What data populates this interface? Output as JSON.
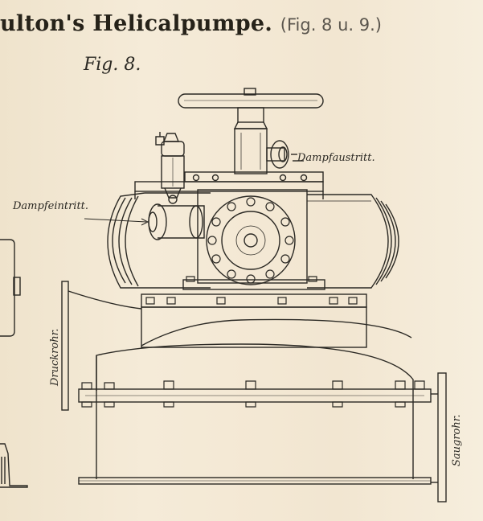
{
  "title": {
    "name": "ulton's Helicalpumpe.",
    "figure_refs": "(Fig. 8 u. 9.)"
  },
  "figure": {
    "label": "Fig. 8."
  },
  "labels": {
    "steam_inlet": "Dampfeintritt.",
    "steam_outlet": "Dampfaustritt.",
    "pressure_pipe": "Druckrohr.",
    "suction_pipe": "Saugrohr."
  },
  "colors": {
    "paper": "#f3e9d6",
    "ink": "#2b2924"
  }
}
